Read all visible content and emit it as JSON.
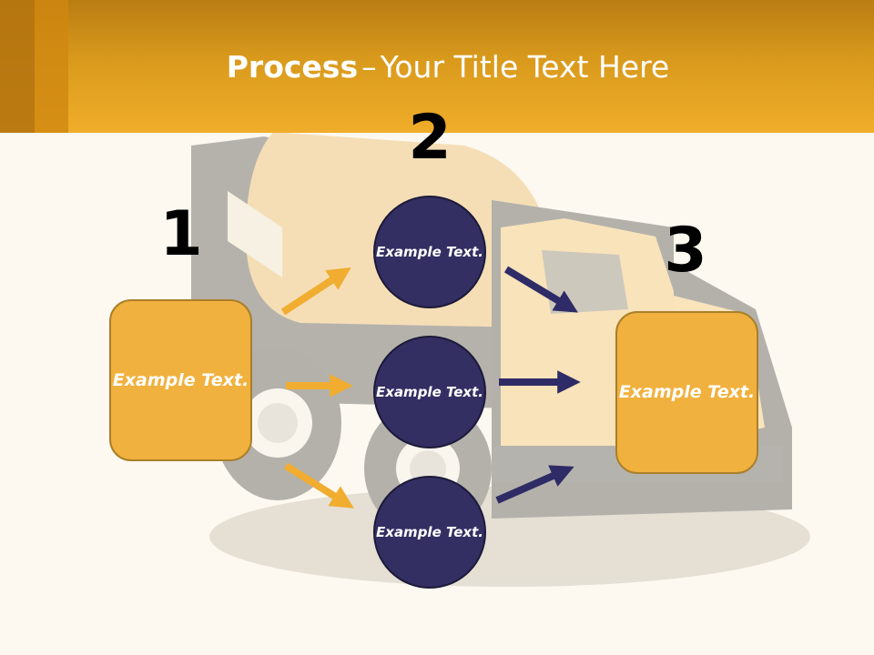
{
  "slide": {
    "title_bold": "Process",
    "title_dash": "–",
    "title_rest": "Your Title Text Here"
  },
  "steps": {
    "one": {
      "number": "1",
      "text": "Example Text."
    },
    "two": {
      "number": "2",
      "circles": [
        {
          "text": "Example Text."
        },
        {
          "text": "Example Text."
        },
        {
          "text": "Example Text."
        }
      ]
    },
    "three": {
      "number": "3",
      "text": "Example Text."
    }
  },
  "colors": {
    "header": "#f0ad2a",
    "orange_box": "#f1b13e",
    "navy_circle": "#332f63",
    "orange_arrow": "#f0ad30",
    "navy_arrow": "#2e2b66"
  }
}
